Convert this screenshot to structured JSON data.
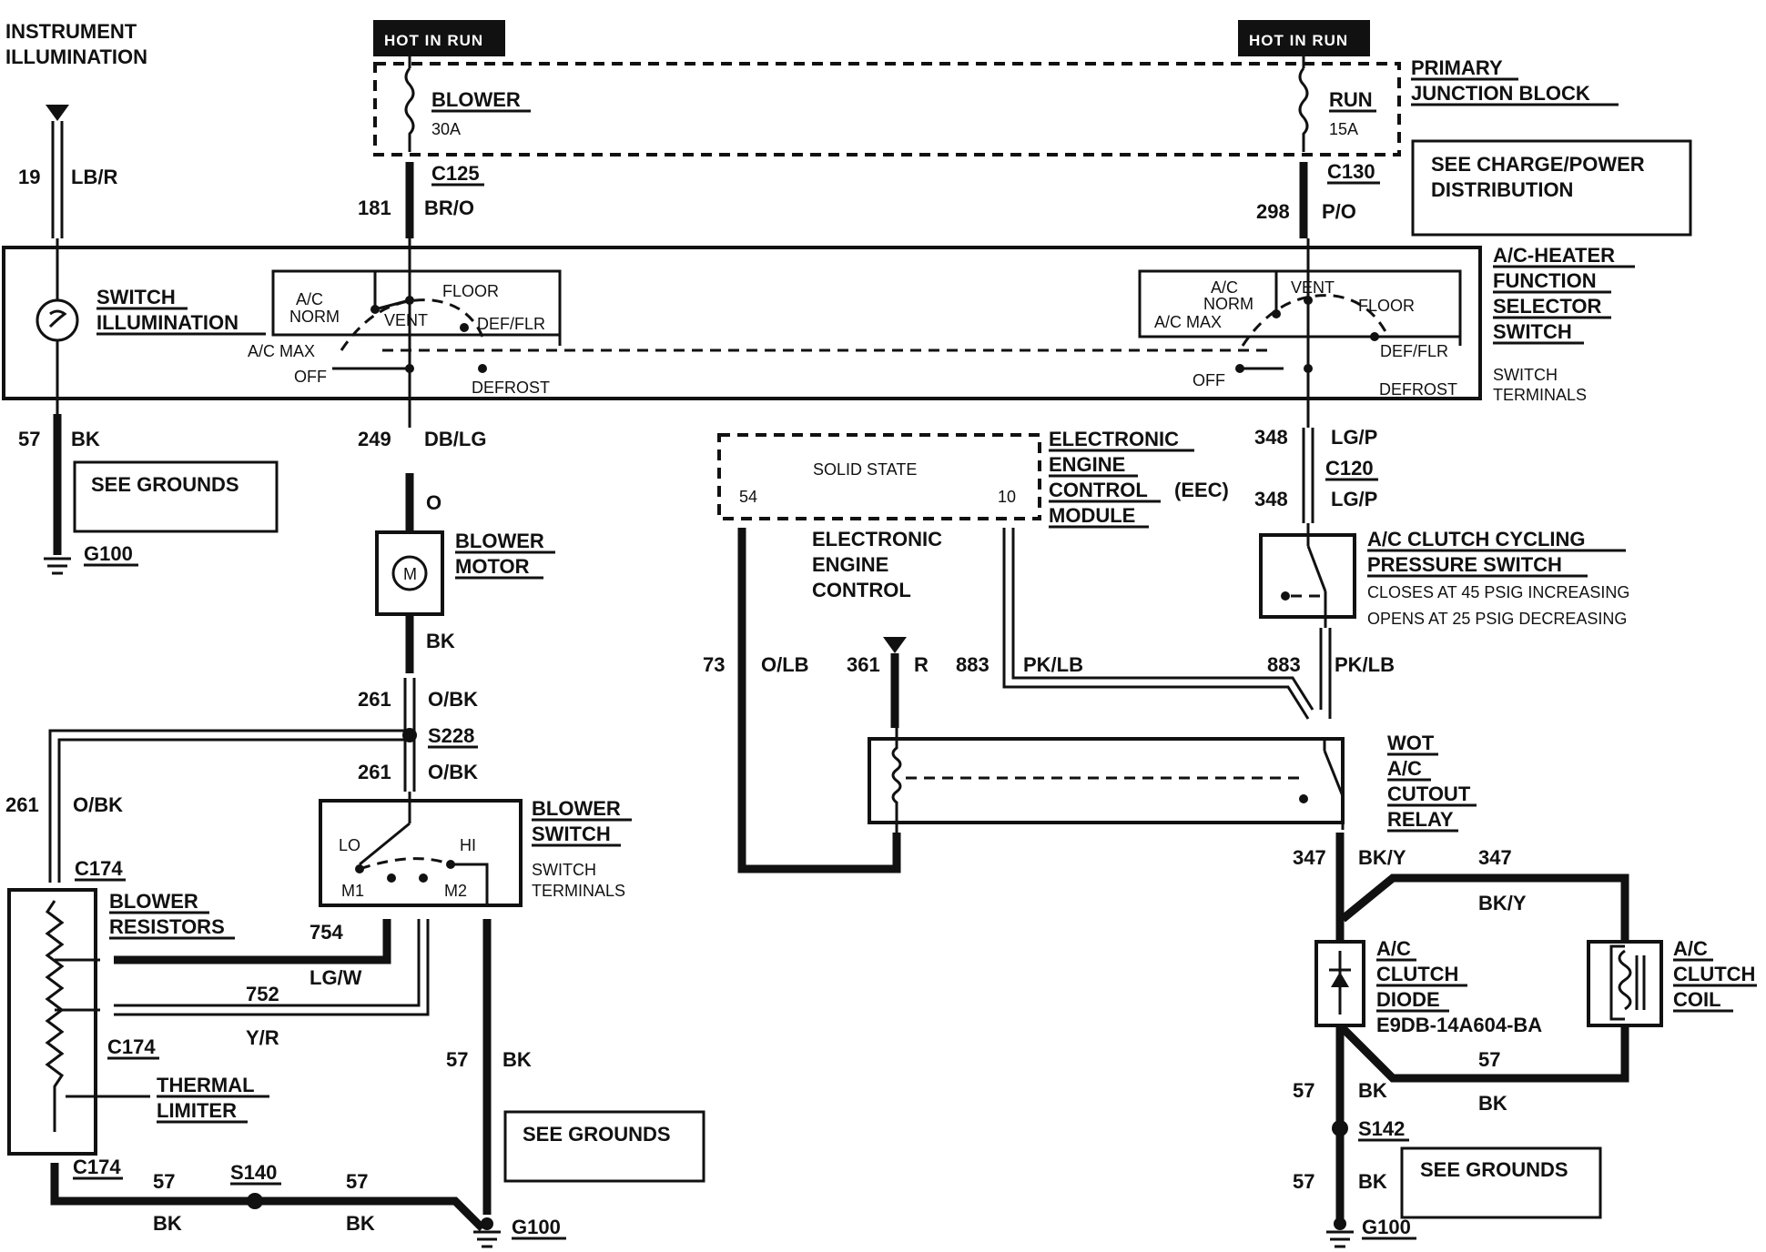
{
  "hot_in_run_left": "HOT IN RUN",
  "hot_in_run_right": "HOT IN RUN",
  "instrument_illumination": [
    "INSTRUMENT",
    "ILLUMINATION"
  ],
  "primary_junction_block": [
    "PRIMARY",
    "JUNCTION BLOCK"
  ],
  "fuses": {
    "blower": {
      "name": "BLOWER",
      "rating": "30A"
    },
    "run": {
      "name": "RUN",
      "rating": "15A"
    }
  },
  "see_charge_power": [
    "SEE CHARGE/POWER",
    "DISTRIBUTION"
  ],
  "connectors": {
    "c125": "C125",
    "c130": "C130",
    "c120": "C120",
    "c174a": "C174",
    "c174b": "C174",
    "c174c": "C174",
    "s228": "S228",
    "s140": "S140",
    "s142": "S142"
  },
  "wires": {
    "w19": {
      "num": "19",
      "color": "LB/R"
    },
    "w181": {
      "num": "181",
      "color": "BR/O"
    },
    "w298": {
      "num": "298",
      "color": "P/O"
    },
    "w57a": {
      "num": "57",
      "color": "BK"
    },
    "w249": {
      "num": "249",
      "color": "DB/LG"
    },
    "w_o": {
      "color": "O"
    },
    "w_bk_motor": {
      "color": "BK"
    },
    "w261a": {
      "num": "261",
      "color": "O/BK"
    },
    "w261b": {
      "num": "261",
      "color": "O/BK"
    },
    "w261c": {
      "num": "261",
      "color": "O/BK"
    },
    "w754": {
      "num": "754",
      "color": "LG/W"
    },
    "w752": {
      "num": "752",
      "color": "Y/R"
    },
    "w57b": {
      "num": "57",
      "color": "BK"
    },
    "w57c": {
      "num": "57",
      "color": "BK"
    },
    "w57d": {
      "num": "57",
      "color": "BK"
    },
    "w348a": {
      "num": "348",
      "color": "LG/P"
    },
    "w348b": {
      "num": "348",
      "color": "LG/P"
    },
    "w73": {
      "num": "73",
      "color": "O/LB"
    },
    "w361": {
      "num": "361",
      "color": "R"
    },
    "w883a": {
      "num": "883",
      "color": "PK/LB"
    },
    "w883b": {
      "num": "883",
      "color": "PK/LB"
    },
    "w347a": {
      "num": "347",
      "color": "BK/Y"
    },
    "w347b": {
      "num": "347",
      "color": "BK/Y"
    },
    "w57e": {
      "num": "57",
      "color": "BK"
    },
    "w57f": {
      "num": "57",
      "color": "BK"
    },
    "w57g": {
      "num": "57",
      "color": "BK"
    }
  },
  "selector_switch": {
    "title": [
      "A/C-HEATER",
      "FUNCTION",
      "SELECTOR",
      "SWITCH"
    ],
    "terminals": [
      "SWITCH",
      "TERMINALS"
    ],
    "switch_illumination": [
      "SWITCH",
      "ILLUMINATION"
    ],
    "left": {
      "ac_norm": [
        "A/C",
        "NORM"
      ],
      "vent": "VENT",
      "floor": "FLOOR",
      "def_flr": "DEF/FLR",
      "ac_max": "A/C MAX",
      "off": "OFF",
      "defrost": "DEFROST"
    },
    "right": {
      "ac_norm": [
        "A/C",
        "NORM"
      ],
      "vent": "VENT",
      "floor": "FLOOR",
      "def_flr": "DEF/FLR",
      "ac_max": "A/C MAX",
      "off": "OFF",
      "defrost": "DEFROST"
    }
  },
  "see_grounds": [
    "SEE GROUNDS",
    "SEE GROUNDS",
    "SEE GROUNDS"
  ],
  "grounds": [
    "G100",
    "G100",
    "G100"
  ],
  "blower_motor": {
    "label": [
      "BLOWER",
      "MOTOR"
    ],
    "symbol": "M"
  },
  "blower_switch": {
    "label": [
      "BLOWER",
      "SWITCH"
    ],
    "terminals": [
      "SWITCH",
      "TERMINALS"
    ],
    "lo": "LO",
    "hi": "HI",
    "m1": "M1",
    "m2": "M2"
  },
  "blower_resistors": [
    "BLOWER",
    "RESISTORS"
  ],
  "thermal_limiter": [
    "THERMAL",
    "LIMITER"
  ],
  "eec": {
    "solid_state": "SOLID STATE",
    "pin54": "54",
    "pin10": "10",
    "label": [
      "ELECTRONIC",
      "ENGINE",
      "CONTROL",
      "(EEC)",
      "MODULE"
    ],
    "sub": [
      "ELECTRONIC",
      "ENGINE",
      "CONTROL"
    ]
  },
  "pressure_switch": {
    "label": [
      "A/C CLUTCH CYCLING",
      "PRESSURE SWITCH"
    ],
    "notes": [
      "CLOSES AT 45 PSIG INCREASING",
      "OPENS AT 25 PSIG DECREASING"
    ]
  },
  "wot_relay": [
    "WOT",
    "A/C",
    "CUTOUT",
    "RELAY"
  ],
  "clutch_diode": [
    "A/C",
    "CLUTCH",
    "DIODE",
    "E9DB-14A604-BA"
  ],
  "clutch_coil": [
    "A/C",
    "CLUTCH",
    "COIL"
  ]
}
